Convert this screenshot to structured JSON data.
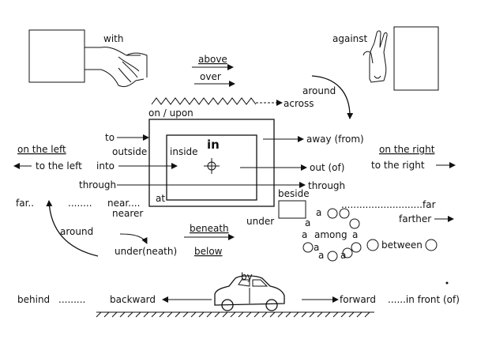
{
  "labels": {
    "with": "with",
    "against": "against",
    "above": "above",
    "over": "over",
    "around_top": "around",
    "across": "across",
    "on_upon": "on / upon",
    "to": "to",
    "outside": "outside",
    "inside": "inside",
    "in": "in",
    "away_from": "away (from)",
    "on_the_left": "on the left",
    "to_the_left": "to the left",
    "into": "into",
    "out_of": "out (of)",
    "on_the_right": "on the right",
    "to_the_right": "to the right",
    "through_left": "through",
    "through_right": "through",
    "beside": "beside",
    "at": "at",
    "far_left": "far..",
    "near": "near....",
    "nearer": "nearer",
    "dots_left": "........",
    "under": "under",
    "far_right": "...........................far",
    "farther": "farther",
    "around_left": "around",
    "beneath": "beneath",
    "under_neath": "under(neath)",
    "below": "below",
    "among": "among",
    "between": "between",
    "by": "by",
    "behind": "behind",
    "behind_dots": ".........",
    "backward": "backward",
    "forward": "forward",
    "in_front_of": "......in front (of)",
    "among_a": "a"
  },
  "colors": {
    "ink": "#111111",
    "background": "#ffffff"
  },
  "icons": [
    "handshake-icon",
    "raised-hand-icon",
    "target-crosshair-icon",
    "car-icon"
  ]
}
